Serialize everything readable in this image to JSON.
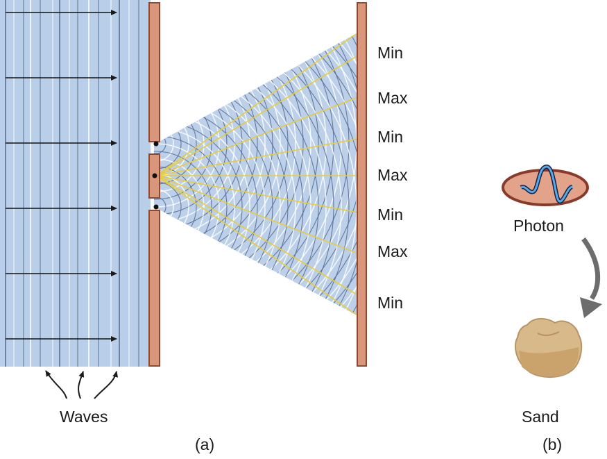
{
  "screen_labels": [
    "Min",
    "Max",
    "Min",
    "Max",
    "Min",
    "Max",
    "Min"
  ],
  "waves_label": "Waves",
  "panel_a_label": "(a)",
  "panel_b_label": "(b)",
  "photon_label": "Photon",
  "sand_label": "Sand",
  "colors": {
    "wave_field": "#b9cfe9",
    "wave_line_dark": "#5d6f96",
    "wave_line_light": "#ffffff",
    "slit_wall": "#d9967a",
    "wall_edge": "#8a4a34",
    "max_line": "#e8cc3a",
    "photon_fill": "#e3a28a",
    "photon_wave": "#2d5aa0",
    "sand_fill": "#d7b98a",
    "arrow": "#6d6d6d"
  }
}
